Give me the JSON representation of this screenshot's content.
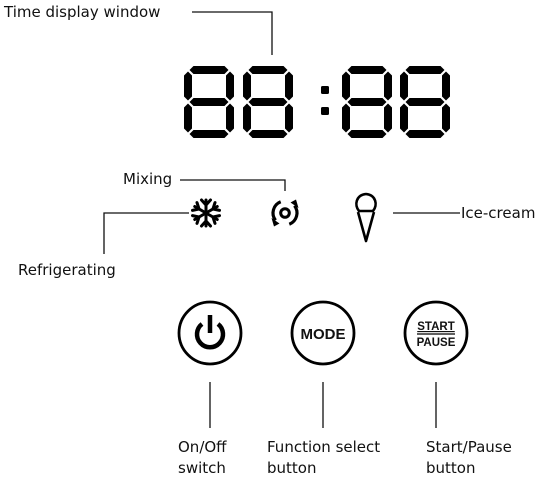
{
  "display": {
    "label": "Time display window",
    "digits": [
      "8",
      "8",
      "8",
      "8"
    ],
    "separator": ":"
  },
  "indicators": {
    "mixing_label": "Mixing",
    "refrigerating_label": "Refrigerating",
    "ice_cream_label": "Ice-cream",
    "mixing_icon": "mixing-icon",
    "refrigerating_icon": "snowflake-icon",
    "ice_cream_icon": "ice-cream-cone-icon"
  },
  "buttons": {
    "power_icon": "power-icon",
    "mode_text": "MODE",
    "start_text": "START",
    "pause_text": "PAUSE",
    "power_caption_line1": "On/Off",
    "power_caption_line2": "switch",
    "mode_caption_line1": "Function select",
    "mode_caption_line2": "button",
    "start_caption_line1": "Start/Pause",
    "start_caption_line2": "button"
  },
  "colors": {
    "ink": "#000000",
    "background": "#ffffff"
  }
}
